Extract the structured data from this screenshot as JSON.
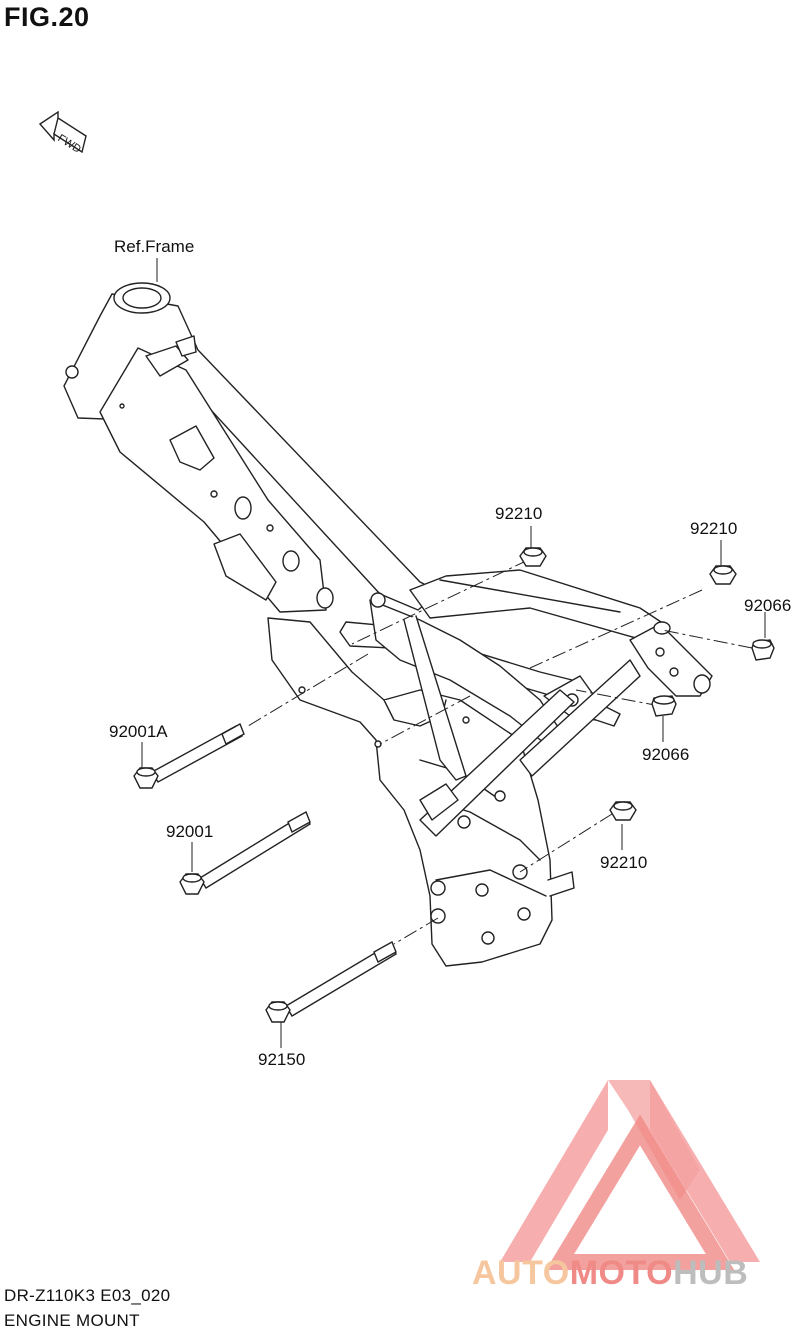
{
  "figure": {
    "title": "FIG.20"
  },
  "fwd_label": "FWD",
  "callouts": {
    "ref_frame": "Ref.Frame",
    "nut_92210_a": "92210",
    "nut_92210_b": "92210",
    "cap_92066_a": "92066",
    "cap_92066_b": "92066",
    "bolt_92001A": "92001A",
    "bolt_92001": "92001",
    "nut_92210_c": "92210",
    "bolt_92150": "92150"
  },
  "footer": {
    "model": "DR-Z110K3 E03_020",
    "section": "ENGINE MOUNT"
  },
  "watermark": {
    "part1": "AUTO",
    "part2": "MOTO",
    "part3": "HUB"
  },
  "colors": {
    "line": "#222222",
    "watermark_red": "#f4a0a0",
    "watermark_orange": "#f6c79f",
    "watermark_grey": "#bdbdbd"
  }
}
